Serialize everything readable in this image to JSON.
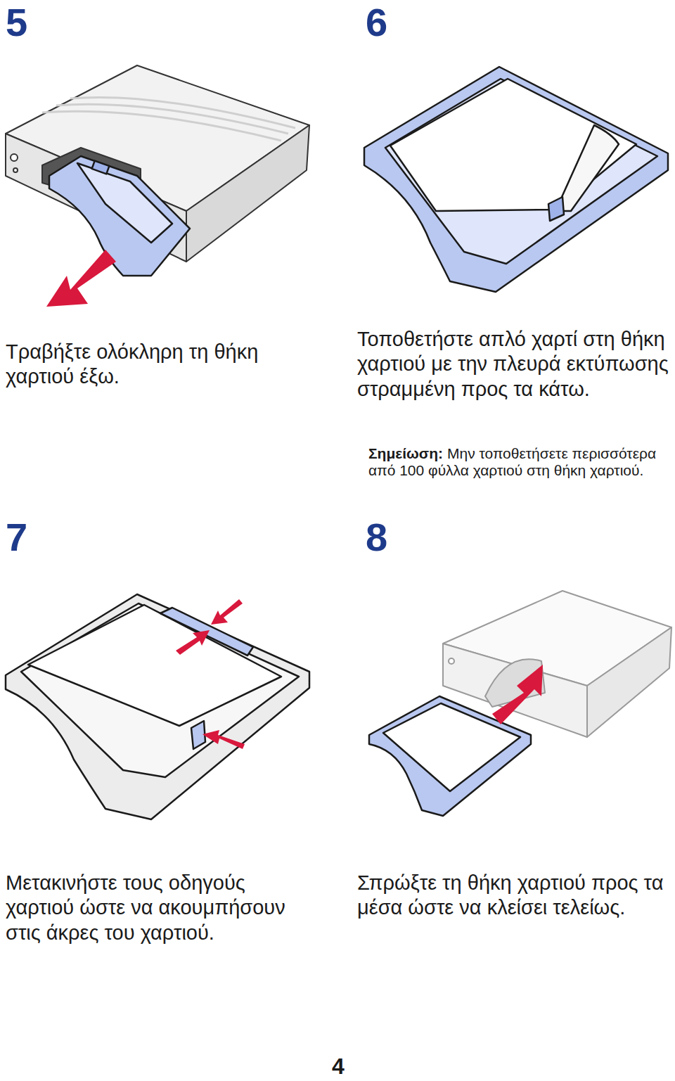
{
  "diagram": {
    "labels": [
      "5",
      "6",
      "Τραβήξτε ολόκληρη τη θήκη χαρτιού έξω.",
      "Τοποθετήστε απλό χαρτί στη θήκη χαρτιού με την πλευρά εκτύπωσης στραμμένη προς τα κάτω.",
      "Σημείωση:",
      "Μην τοποθετήσετε περισσότερα από 100 φύλλα χαρτιού στη θήκη χαρτιού.",
      "7",
      "8",
      "Μετακινήστε τους οδηγούς χαρτιού ώστε να ακουμπήσουν στις άκρες του χαρτιού.",
      "Σπρώξτε τη θήκη χαρτιού προς τα μέσα ώστε να κλείσει τελείως.",
      "4"
    ]
  }
}
